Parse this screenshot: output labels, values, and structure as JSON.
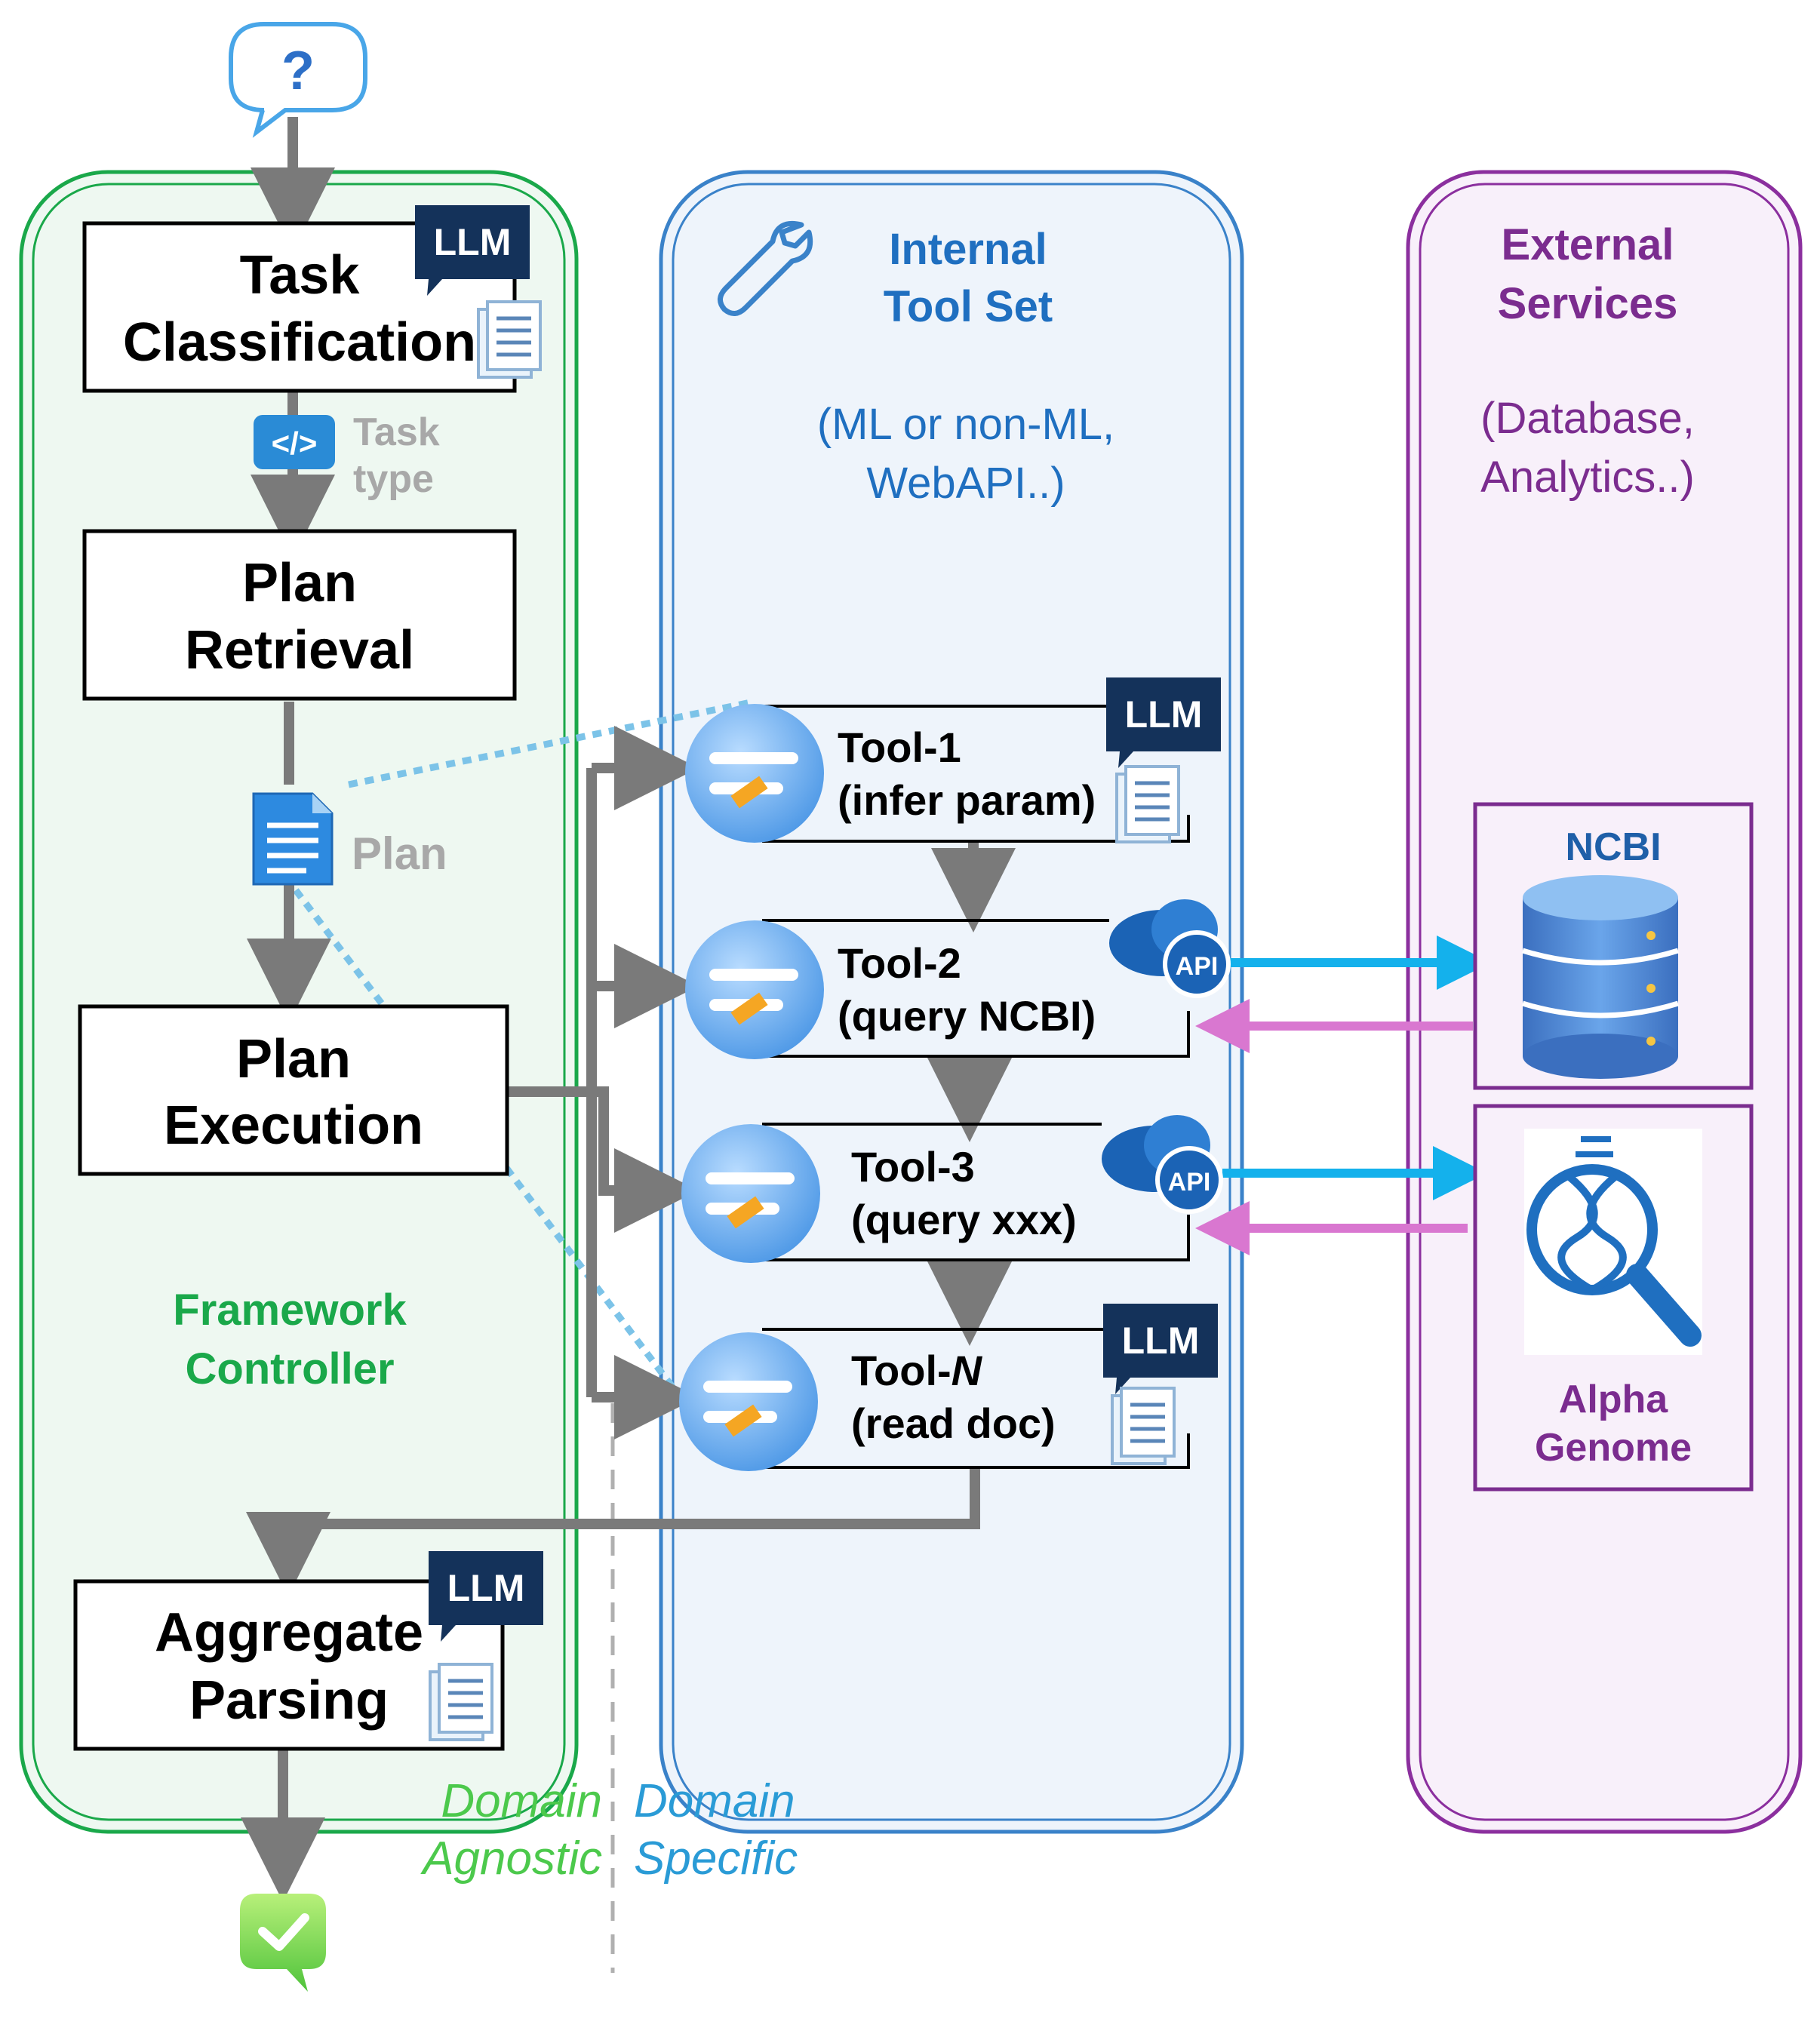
{
  "start_icon": "question-bubble-icon",
  "end_icon": "check-bubble-icon",
  "framework": {
    "label_line1": "Framework",
    "label_line2": "Controller",
    "color": "#1aa84a",
    "task_classification": {
      "line1": "Task",
      "line2": "Classification",
      "badge": "LLM"
    },
    "task_type": {
      "line1": "Task",
      "line2": "type"
    },
    "plan_retrieval": {
      "line1": "Plan",
      "line2": "Retrieval"
    },
    "plan_label": "Plan",
    "plan_execution": {
      "line1": "Plan",
      "line2": "Execution"
    },
    "aggregate_parsing": {
      "line1": "Aggregate",
      "line2": "Parsing",
      "badge": "LLM"
    }
  },
  "internal": {
    "title_line1": "Internal",
    "title_line2": "Tool Set",
    "sub_line1": "(ML or non-ML,",
    "sub_line2": "WebAPI..)",
    "color": "#1f6fc0",
    "tools": [
      {
        "name": "Tool-1",
        "desc": "(infer param)",
        "badge": "LLM",
        "badge_type": "llm"
      },
      {
        "name": "Tool-2",
        "desc": "(query NCBI)",
        "badge": "API",
        "badge_type": "api"
      },
      {
        "name": "Tool-3",
        "desc": "(query xxx)",
        "badge": "API",
        "badge_type": "api"
      },
      {
        "name": "Tool-",
        "name_italic": "N",
        "desc": "(read doc)",
        "badge": "LLM",
        "badge_type": "llm"
      }
    ]
  },
  "external": {
    "title_line1": "External",
    "title_line2": "Services",
    "sub_line1": "(Database,",
    "sub_line2": "Analytics..)",
    "color": "#7b2c8f",
    "ncbi": {
      "label": "NCBI"
    },
    "alphagenome": {
      "line1": "Alpha",
      "line2": "Genome"
    }
  },
  "domain": {
    "agnostic_line1": "Domain",
    "agnostic_line2": "Agnostic",
    "specific_line1": "Domain",
    "specific_line2": "Specific",
    "agnostic_color": "#4cc94c",
    "specific_color": "#2a9bd6"
  },
  "colors": {
    "arrow_gray": "#7a7a7a",
    "arrow_blue": "#14b1ec",
    "arrow_pink": "#d977d0",
    "dotted_blue": "#7cc3e8"
  }
}
